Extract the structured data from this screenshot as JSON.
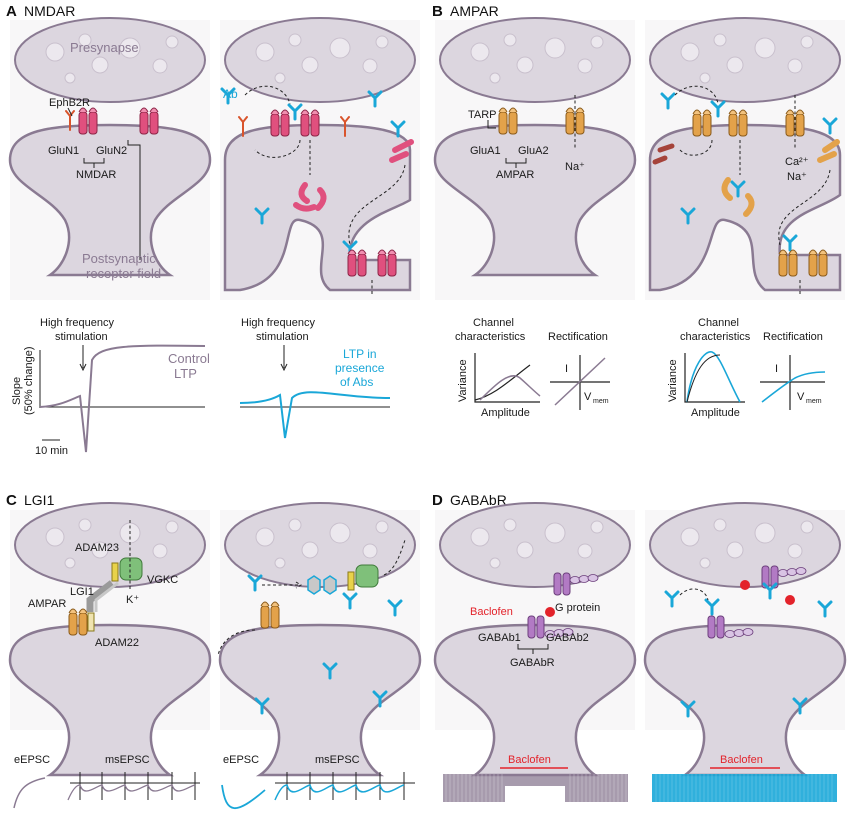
{
  "panels": {
    "a": {
      "letter": "A",
      "title": "NMDAR"
    },
    "b": {
      "letter": "B",
      "title": "AMPAR"
    },
    "c": {
      "letter": "C",
      "title": "LGI1"
    },
    "d": {
      "letter": "D",
      "title": "GABAbR"
    }
  },
  "nmdar": {
    "presynapse": "Presynapse",
    "ephb2r": "EphB2R",
    "ab": "Ab",
    "glun1": "GluN1",
    "glun2": "GluN2",
    "nmdar": "NMDAR",
    "receptor_field_1": "Postsynaptic",
    "receptor_field_2": "receptor field",
    "hfs_1": "High frequency",
    "hfs_2": "stimulation",
    "slope_1": "Slope",
    "slope_2": "(50% change)",
    "scale": "10 min",
    "control_1": "Control",
    "control_2": "LTP",
    "abs_1": "LTP in",
    "abs_2": "presence",
    "abs_3": "of Abs"
  },
  "ampar": {
    "tarp": "TARP",
    "glua1": "GluA1",
    "glua2": "GluA2",
    "ampar": "AMPAR",
    "na": "Na⁺",
    "ca": "Ca²⁺",
    "channel_1": "Channel",
    "channel_2": "characteristics",
    "rectification": "Rectification",
    "variance": "Variance",
    "amplitude": "Amplitude",
    "i": "I",
    "v": "V",
    "mem": "mem"
  },
  "lgi1": {
    "adam23": "ADAM23",
    "lgi1": "LGI1",
    "vgkc": "VGKC",
    "k": "K⁺",
    "ampar": "AMPAR",
    "adam22": "ADAM22",
    "eepsc": "eEPSC",
    "msepsc": "msEPSC"
  },
  "gababr": {
    "baclofen": "Baclofen",
    "g_protein": "G protein",
    "gababr1": "GABAb1",
    "gababr2": "GABAb2",
    "gababr": "GABAbR"
  },
  "colors": {
    "membrane": "#dcd6df",
    "outline": "#8a7a92",
    "antibody": "#1aa7d8",
    "nmdar": "#e0507e",
    "ampar": "#e3a24a",
    "vgkc": "#7fc07a",
    "gababr": "#b27ac4",
    "baclofen": "#e3232b"
  }
}
